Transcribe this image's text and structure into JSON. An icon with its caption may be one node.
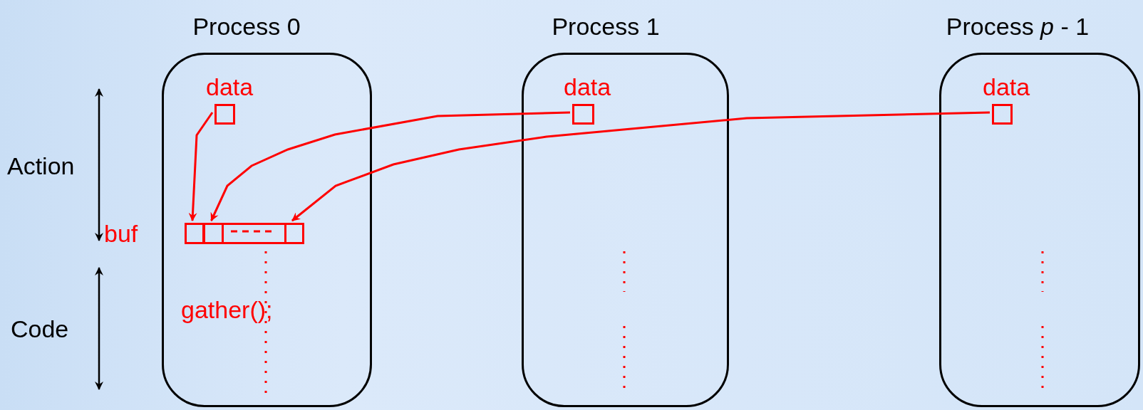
{
  "diagram": {
    "nodes": [
      {
        "text": [
          "Process 0"
        ]
      },
      {
        "text": [
          "data"
        ],
        "in": 0
      },
      {
        "text": [
          "buf"
        ],
        "in": 0
      },
      {
        "text": [],
        "shape": "box",
        "in": 2
      },
      {
        "text": [],
        "shape": "box",
        "in": 2
      },
      {
        "text": [],
        "shape": "box",
        "in": 2
      },
      {
        "text": [
          "Process 1"
        ]
      },
      {
        "text": [
          "data"
        ],
        "in": 6
      },
      {
        "text": [
          "Process *p* - 1"
        ]
      },
      {
        "text": [
          "data"
        ],
        "in": 8
      }
    ],
    "edges": [
      {
        "from": 1,
        "to": 3,
        "arrow": "to"
      },
      {
        "from": 7,
        "to": 4,
        "arrow": "to"
      },
      {
        "from": 9,
        "to": 5,
        "arrow": "to"
      }
    ],
    "labels": [
      "Action",
      "Code",
      "gather();"
    ]
  }
}
